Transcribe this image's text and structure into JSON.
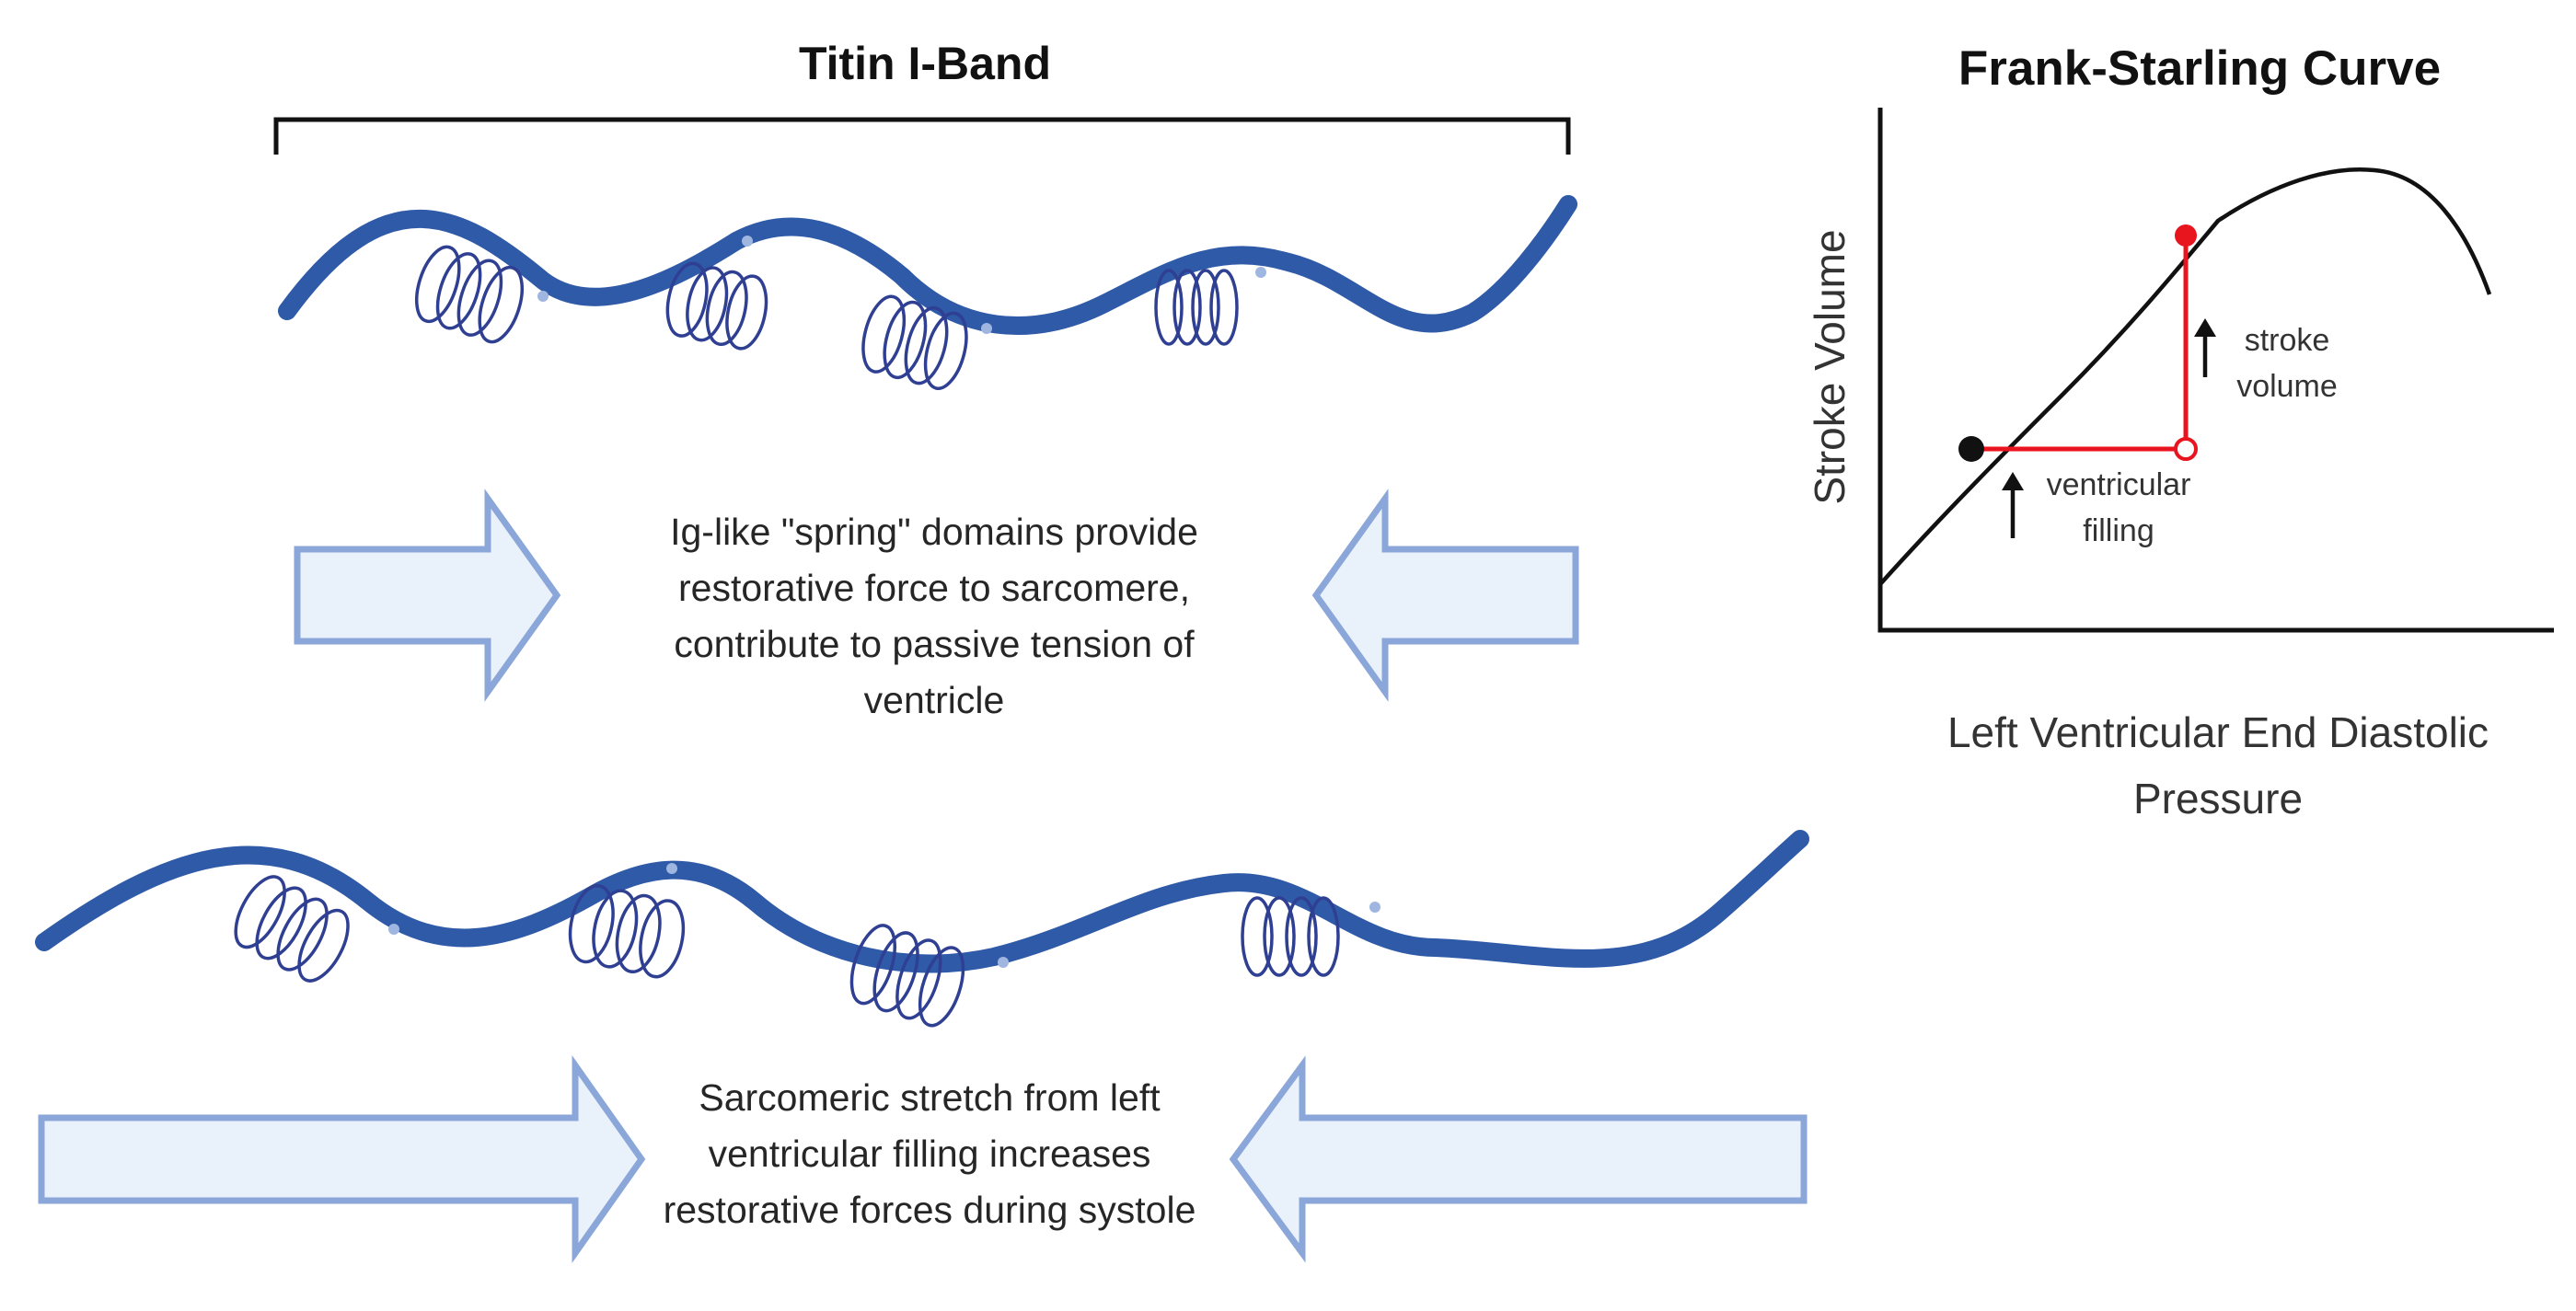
{
  "titin": {
    "title": "Titin I-Band",
    "caption_top": "Ig-like \"spring\" domains provide restorative force to sarcomere, contribute to passive tension of ventricle",
    "caption_bottom": "Sarcomeric stretch from left ventricular filling increases restorative forces during systole"
  },
  "frank_starling": {
    "title": "Frank-Starling Curve",
    "y_label": "Stroke Volume",
    "x_label": "Left Ventricular End Diastolic Pressure",
    "annotation_stroke": "stroke volume",
    "annotation_filling": "ventricular filling"
  },
  "colors": {
    "filament": "#2f5aa8",
    "spring": "#2f3f92",
    "arrow_fill": "#e9f1fb",
    "arrow_stroke": "#8ba6d8",
    "highlight": "#e8141e"
  }
}
